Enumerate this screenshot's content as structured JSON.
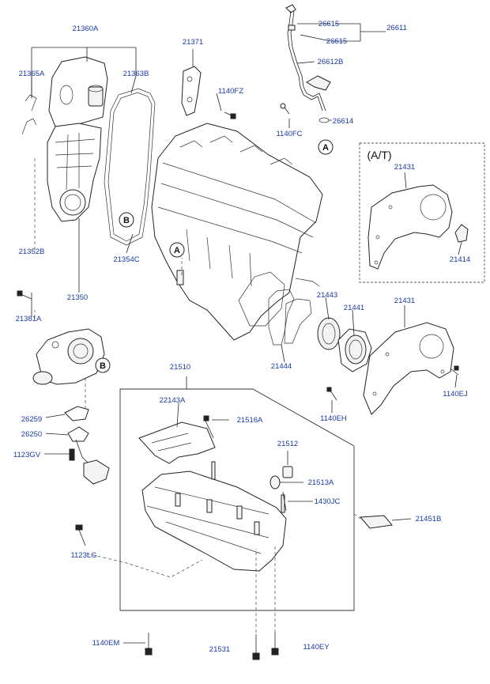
{
  "labels": {
    "p21360A": "21360A",
    "p21365A": "21365A",
    "p21363B": "21363B",
    "p21371": "21371",
    "p1140FZ": "1140FZ",
    "p26615a": "26615",
    "p26615b": "26615",
    "p26611": "26611",
    "p26612B": "26612B",
    "p1140FC": "1140FC",
    "p26614": "26614",
    "at_title": "(A/T)",
    "p21431a": "21431",
    "p21414": "21414",
    "p21352B": "21352B",
    "p21354C": "21354C",
    "p21381A": "21381A",
    "p21350": "21350",
    "p21443": "21443",
    "p21441": "21441",
    "p21431b": "21431",
    "p21444": "21444",
    "p1140EJ": "1140EJ",
    "p1140EH": "1140EH",
    "p21510": "21510",
    "p22143A": "22143A",
    "p21516A": "21516A",
    "p26259": "26259",
    "p26250": "26250",
    "p1123GV": "1123GV",
    "p21512": "21512",
    "p21513A": "21513A",
    "p1430JC": "1430JC",
    "p21451B": "21451B",
    "p1123LG": "1123LG",
    "p1140EM": "1140EM",
    "p21531": "21531",
    "p1140EY": "1140EY"
  },
  "callouts": {
    "a_top": "A",
    "a_block": "A",
    "b_cover": "B",
    "b_pump": "B"
  }
}
